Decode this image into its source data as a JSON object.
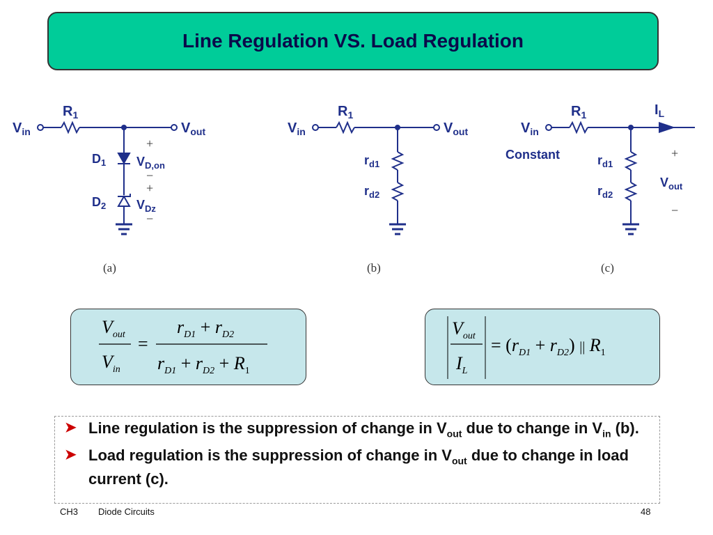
{
  "title": "Line Regulation VS. Load Regulation",
  "circuits": {
    "a": {
      "caption": "(a)",
      "vin": "V",
      "vin_sub": "in",
      "r1": "R",
      "r1_sub": "1",
      "vout": "V",
      "vout_sub": "out",
      "d1": "D",
      "d1_sub": "1",
      "d2": "D",
      "d2_sub": "2",
      "vdon": "V",
      "vdon_sub": "D,on",
      "vdz": "V",
      "vdz_sub": "Dz",
      "plus": "+",
      "minus": "−"
    },
    "b": {
      "caption": "(b)",
      "vin": "V",
      "vin_sub": "in",
      "r1": "R",
      "r1_sub": "1",
      "vout": "V",
      "vout_sub": "out",
      "rd1": "r",
      "rd1_sub": "d1",
      "rd2": "r",
      "rd2_sub": "d2"
    },
    "c": {
      "caption": "(c)",
      "vin": "V",
      "vin_sub": "in",
      "constant": "Constant",
      "r1": "R",
      "r1_sub": "1",
      "il": "I",
      "il_sub": "L",
      "rd1": "r",
      "rd1_sub": "d1",
      "rd2": "r",
      "rd2_sub": "d2",
      "vout": "V",
      "vout_sub": "out",
      "plus": "+",
      "minus": "−"
    }
  },
  "equation_left": {
    "lhs_num": "V",
    "lhs_num_sub": "out",
    "lhs_den": "V",
    "lhs_den_sub": "in",
    "equals": "=",
    "rhs_num": "r",
    "rhs_num_sub1": "D1",
    "plus": "+",
    "rhs_num_sub2": "D2",
    "rhs_den_sub3": "1",
    "rhs_den_R": "R"
  },
  "equation_right": {
    "num": "V",
    "num_sub": "out",
    "den": "I",
    "den_sub": "L",
    "equals": "=",
    "open": "(",
    "close": ")",
    "r": "r",
    "sub1": "D1",
    "plus": "+",
    "sub2": "D2",
    "parallel": "||",
    "R": "R",
    "R_sub": "1"
  },
  "bullets": [
    {
      "pre": "Line regulation is the suppression of change in V",
      "sub1": "out",
      "mid": " due to change in V",
      "sub2": "in",
      "post": " (b)."
    },
    {
      "pre": "Load regulation is the suppression of change in V",
      "sub1": "out",
      "post": " due to change in load current (c)."
    }
  ],
  "footer": {
    "chapter": "CH3",
    "topic": "Diode Circuits",
    "page": "48"
  },
  "colors": {
    "title_bg": "#00cc99",
    "eq_bg": "#c6e7eb",
    "wire": "#1f2f8a",
    "bullet_arrow": "#cc0000"
  }
}
